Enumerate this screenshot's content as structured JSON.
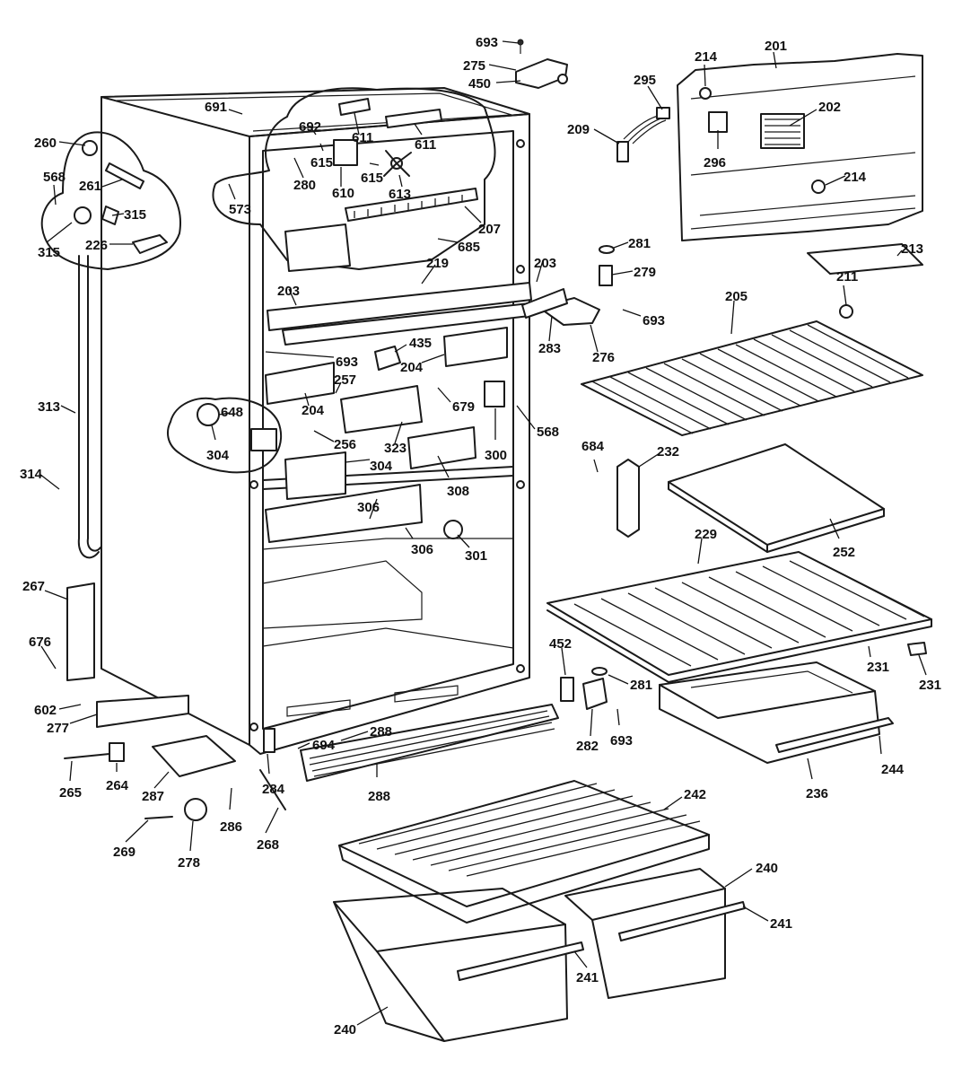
{
  "callouts": [
    {
      "label": "693"
    },
    {
      "label": "275"
    },
    {
      "label": "450"
    },
    {
      "label": "295"
    },
    {
      "label": "214"
    },
    {
      "label": "201"
    },
    {
      "label": "209"
    },
    {
      "label": "202"
    },
    {
      "label": "296"
    },
    {
      "label": "214"
    },
    {
      "label": "691"
    },
    {
      "label": "692"
    },
    {
      "label": "611"
    },
    {
      "label": "611"
    },
    {
      "label": "260"
    },
    {
      "label": "615"
    },
    {
      "label": "615"
    },
    {
      "label": "261"
    },
    {
      "label": "610"
    },
    {
      "label": "613"
    },
    {
      "label": "280"
    },
    {
      "label": "568"
    },
    {
      "label": "315"
    },
    {
      "label": "573"
    },
    {
      "label": "207"
    },
    {
      "label": "315"
    },
    {
      "label": "226"
    },
    {
      "label": "685"
    },
    {
      "label": "281"
    },
    {
      "label": "213"
    },
    {
      "label": "219"
    },
    {
      "label": "203"
    },
    {
      "label": "279"
    },
    {
      "label": "211"
    },
    {
      "label": "203"
    },
    {
      "label": "205"
    },
    {
      "label": "693"
    },
    {
      "label": "283"
    },
    {
      "label": "276"
    },
    {
      "label": "435"
    },
    {
      "label": "693"
    },
    {
      "label": "204"
    },
    {
      "label": "313"
    },
    {
      "label": "257"
    },
    {
      "label": "679"
    },
    {
      "label": "648"
    },
    {
      "label": "204"
    },
    {
      "label": "568"
    },
    {
      "label": "256"
    },
    {
      "label": "323"
    },
    {
      "label": "684"
    },
    {
      "label": "232"
    },
    {
      "label": "304"
    },
    {
      "label": "300"
    },
    {
      "label": "314"
    },
    {
      "label": "304"
    },
    {
      "label": "308"
    },
    {
      "label": "306"
    },
    {
      "label": "252"
    },
    {
      "label": "306"
    },
    {
      "label": "301"
    },
    {
      "label": "229"
    },
    {
      "label": "267"
    },
    {
      "label": "676"
    },
    {
      "label": "452"
    },
    {
      "label": "231"
    },
    {
      "label": "281"
    },
    {
      "label": "231"
    },
    {
      "label": "602"
    },
    {
      "label": "277"
    },
    {
      "label": "288"
    },
    {
      "label": "694"
    },
    {
      "label": "282"
    },
    {
      "label": "693"
    },
    {
      "label": "244"
    },
    {
      "label": "264"
    },
    {
      "label": "265"
    },
    {
      "label": "287"
    },
    {
      "label": "284"
    },
    {
      "label": "288"
    },
    {
      "label": "236"
    },
    {
      "label": "242"
    },
    {
      "label": "286"
    },
    {
      "label": "269"
    },
    {
      "label": "268"
    },
    {
      "label": "278"
    },
    {
      "label": "240"
    },
    {
      "label": "241"
    },
    {
      "label": "241"
    },
    {
      "label": "240"
    }
  ]
}
